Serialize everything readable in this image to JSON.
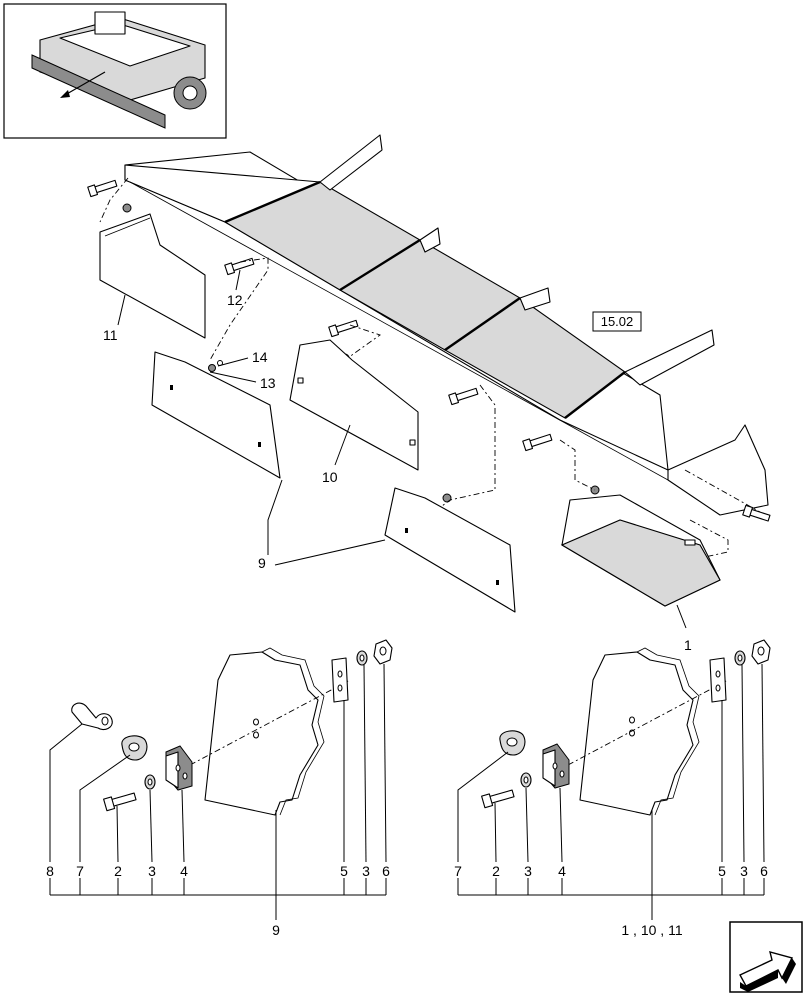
{
  "callouts": {
    "c1": "1",
    "c9": "9",
    "c10": "10",
    "c11": "11",
    "c12": "12",
    "c13": "13",
    "c14": "14",
    "ref_box": "15.02"
  },
  "left_detail": {
    "labels": [
      "8",
      "7",
      "2",
      "3",
      "4",
      "5",
      "3",
      "6"
    ],
    "group_label": "9"
  },
  "right_detail": {
    "labels": [
      "7",
      "2",
      "3",
      "4",
      "5",
      "3",
      "6"
    ],
    "group_label": "1 , 10 , 11"
  },
  "nav_icon": "next-page-arrow-icon"
}
